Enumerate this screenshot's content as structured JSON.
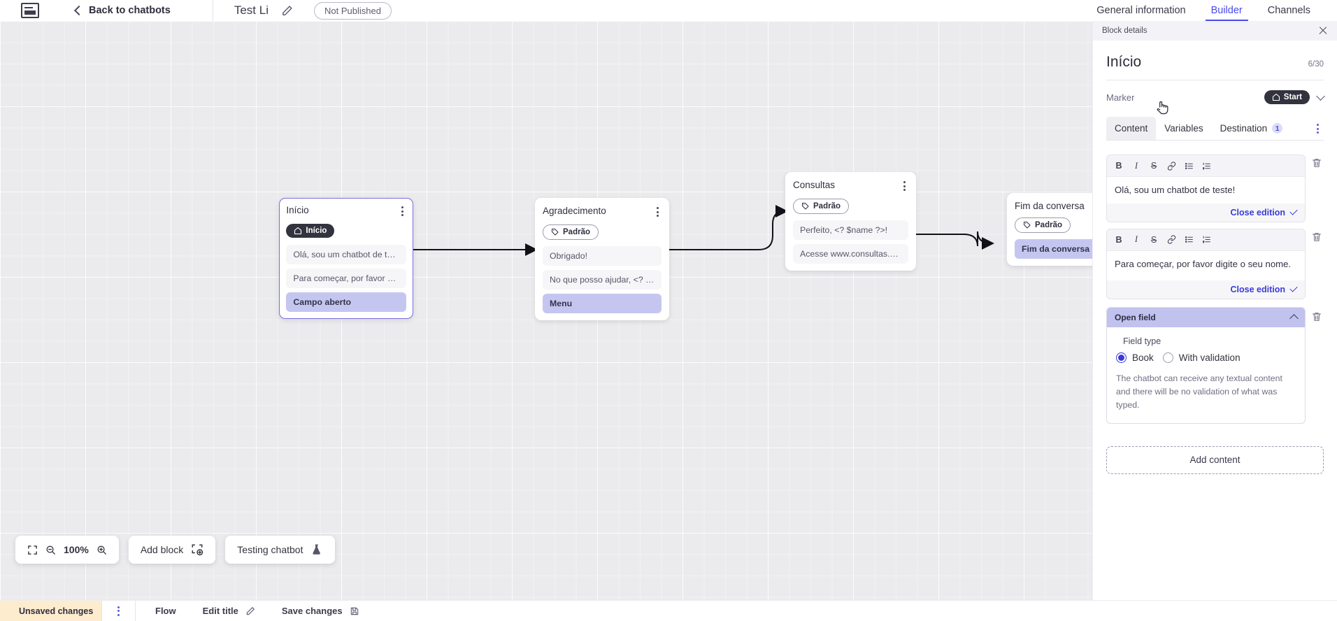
{
  "topbar": {
    "logo_icon": "app-logo-icon",
    "back_label": "Back to chatbots",
    "back_chevron_icon": "chevron-left-icon",
    "chatbot_title": "Test Li",
    "edit_title_icon": "pencil-icon",
    "publish_status": "Not Published",
    "tabs": [
      {
        "label": "General information",
        "active": false
      },
      {
        "label": "Builder",
        "active": true
      },
      {
        "label": "Channels",
        "active": false
      }
    ]
  },
  "canvas": {
    "nodes": [
      {
        "title": "Início",
        "chip_label": "Início",
        "chip_icon": "home-icon",
        "chip_style": "dark",
        "selected": true,
        "rows": [
          {
            "text": "Olá, sou um chatbot de teste!",
            "accent": false
          },
          {
            "text": "Para começar, por favor digite o …",
            "accent": false
          },
          {
            "text": "Campo aberto",
            "accent": true
          }
        ]
      },
      {
        "title": "Agradecimento",
        "chip_label": "Padrão",
        "chip_icon": "tag-icon",
        "chip_style": "outline",
        "selected": false,
        "rows": [
          {
            "text": "Obrigado!",
            "accent": false
          },
          {
            "text": "No que posso ajudar, <? $name …",
            "accent": false
          },
          {
            "text": "Menu",
            "accent": true
          }
        ]
      },
      {
        "title": "Consultas",
        "chip_label": "Padrão",
        "chip_icon": "tag-icon",
        "chip_style": "outline",
        "selected": false,
        "rows": [
          {
            "text": "Perfeito, <? $name ?>!",
            "accent": false
          },
          {
            "text": "Acesse www.consultas.com par…",
            "accent": false
          }
        ]
      },
      {
        "title": "Fim da conversa",
        "chip_label": "Padrão",
        "chip_icon": "tag-icon",
        "chip_style": "outline",
        "selected": false,
        "rows": [
          {
            "text": "Fim da conversa",
            "accent": true
          }
        ]
      }
    ]
  },
  "toolbar": {
    "fit_icon": "fit-screen-icon",
    "zoom_out_icon": "zoom-out-icon",
    "zoom_level": "100%",
    "zoom_in_icon": "zoom-in-icon",
    "add_block_label": "Add block",
    "add_block_icon": "add-block-icon",
    "testing_label": "Testing chatbot",
    "testing_icon": "flask-icon"
  },
  "statusbar": {
    "warning_icon": "warning-icon",
    "unsaved_label": "Unsaved changes",
    "kebab_icon": "kebab-menu-icon",
    "flow_label": "Flow",
    "edit_title_label": "Edit title",
    "edit_title_icon": "pencil-icon",
    "save_label": "Save changes",
    "save_icon": "save-disk-icon"
  },
  "panel": {
    "header_label": "Block details",
    "close_icon": "close-icon",
    "block_title": "Início",
    "char_count": "6/30",
    "marker_label": "Marker",
    "marker_value": "Start",
    "marker_icon": "home-icon",
    "marker_chevron_icon": "chevron-down-icon",
    "tabs": [
      {
        "label": "Content",
        "active": true,
        "badge": ""
      },
      {
        "label": "Variables",
        "active": false,
        "badge": ""
      },
      {
        "label": "Destination",
        "active": false,
        "badge": "1"
      }
    ],
    "tabs_kebab_icon": "kebab-menu-icon",
    "editors": [
      {
        "tools": [
          "B",
          "I",
          "S",
          "link-icon",
          "bullet-list-icon",
          "numbered-list-icon"
        ],
        "text": "Olá, sou um chatbot de teste!",
        "close_label": "Close edition",
        "check_icon": "check-icon",
        "delete_icon": "trash-icon"
      },
      {
        "tools": [
          "B",
          "I",
          "S",
          "link-icon",
          "bullet-list-icon",
          "numbered-list-icon"
        ],
        "text": "Para começar, por favor digite o seu nome.",
        "close_label": "Close edition",
        "check_icon": "check-icon",
        "delete_icon": "trash-icon"
      }
    ],
    "open_field": {
      "header_label": "Open field",
      "collapse_icon": "chevron-up-icon",
      "delete_icon": "trash-icon",
      "field_type_label": "Field type",
      "options": [
        {
          "label": "Book",
          "selected": true
        },
        {
          "label": "With validation",
          "selected": false
        }
      ],
      "description": "The chatbot can receive any textual content and there will be no validation of what was typed."
    },
    "add_content_label": "Add content"
  },
  "colors": {
    "accent": "#4a4ae8",
    "canvas_bg": "#ebebed",
    "node_accent_row": "#c5c6f0",
    "warning_bg": "#fdeccd",
    "open_field_header": "#c1c2ee"
  }
}
